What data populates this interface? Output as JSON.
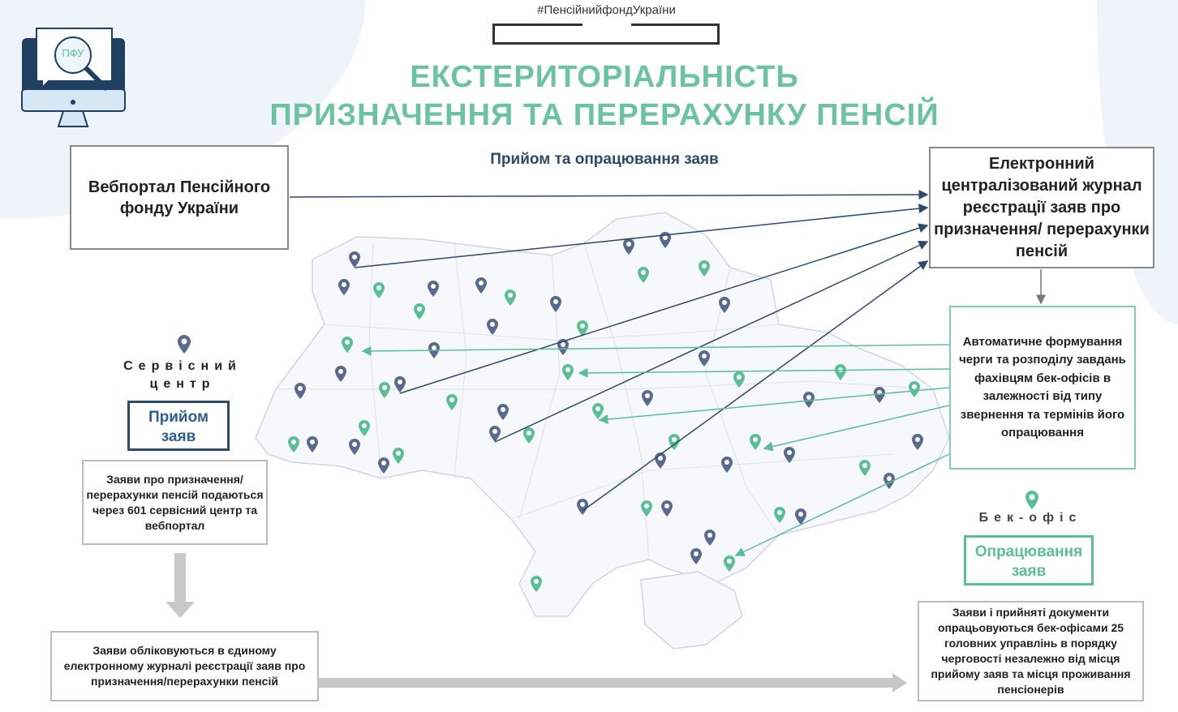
{
  "header": {
    "hashtag": "#ПенсійнийфондУкраїни",
    "logo_text": "ПФУ",
    "title_line1": "ЕКСТЕРИТОРІАЛЬНІСТЬ",
    "title_line2": "ПРИЗНАЧЕННЯ ТА ПЕРЕРАХУНКУ ПЕНСІЙ"
  },
  "subtitle": "Прийом та опрацювання заяв",
  "webportal": "Вебпортал Пенсійного фонду України",
  "journal": "Електронний централізований журнал реєстрації заяв про призначення/ перерахунки пенсій",
  "queue": "Автоматичне формування черги та розподілу завдань фахівцям бек-офісів в залежності від типу звернення та термінів його опрацювання",
  "service_center": {
    "label": "Сервісний центр",
    "box": "Прийом заяв",
    "note": "Заяви про призначення/перерахунки пенсій подаються через 601 сервісний центр та вебпортал"
  },
  "journal_note": "Заяви обліковуються в єдиному електронному журналі реєстрації заяв про призначення/перерахунки пенсій",
  "back_office": {
    "label": "Бек-офіс",
    "box": "Опрацювання заяв",
    "note": "Заяви і прийняті документи опрацьовуються бек-офісами 25 головних управлінь в порядку черговості незалежно від місця прийому заяв та місця проживання пенсіонерів"
  },
  "colors": {
    "title": "#6cc3a0",
    "blue": "#2e4a6b",
    "blue_pin": "#5a6a8e",
    "green_pin": "#5bbf96"
  }
}
